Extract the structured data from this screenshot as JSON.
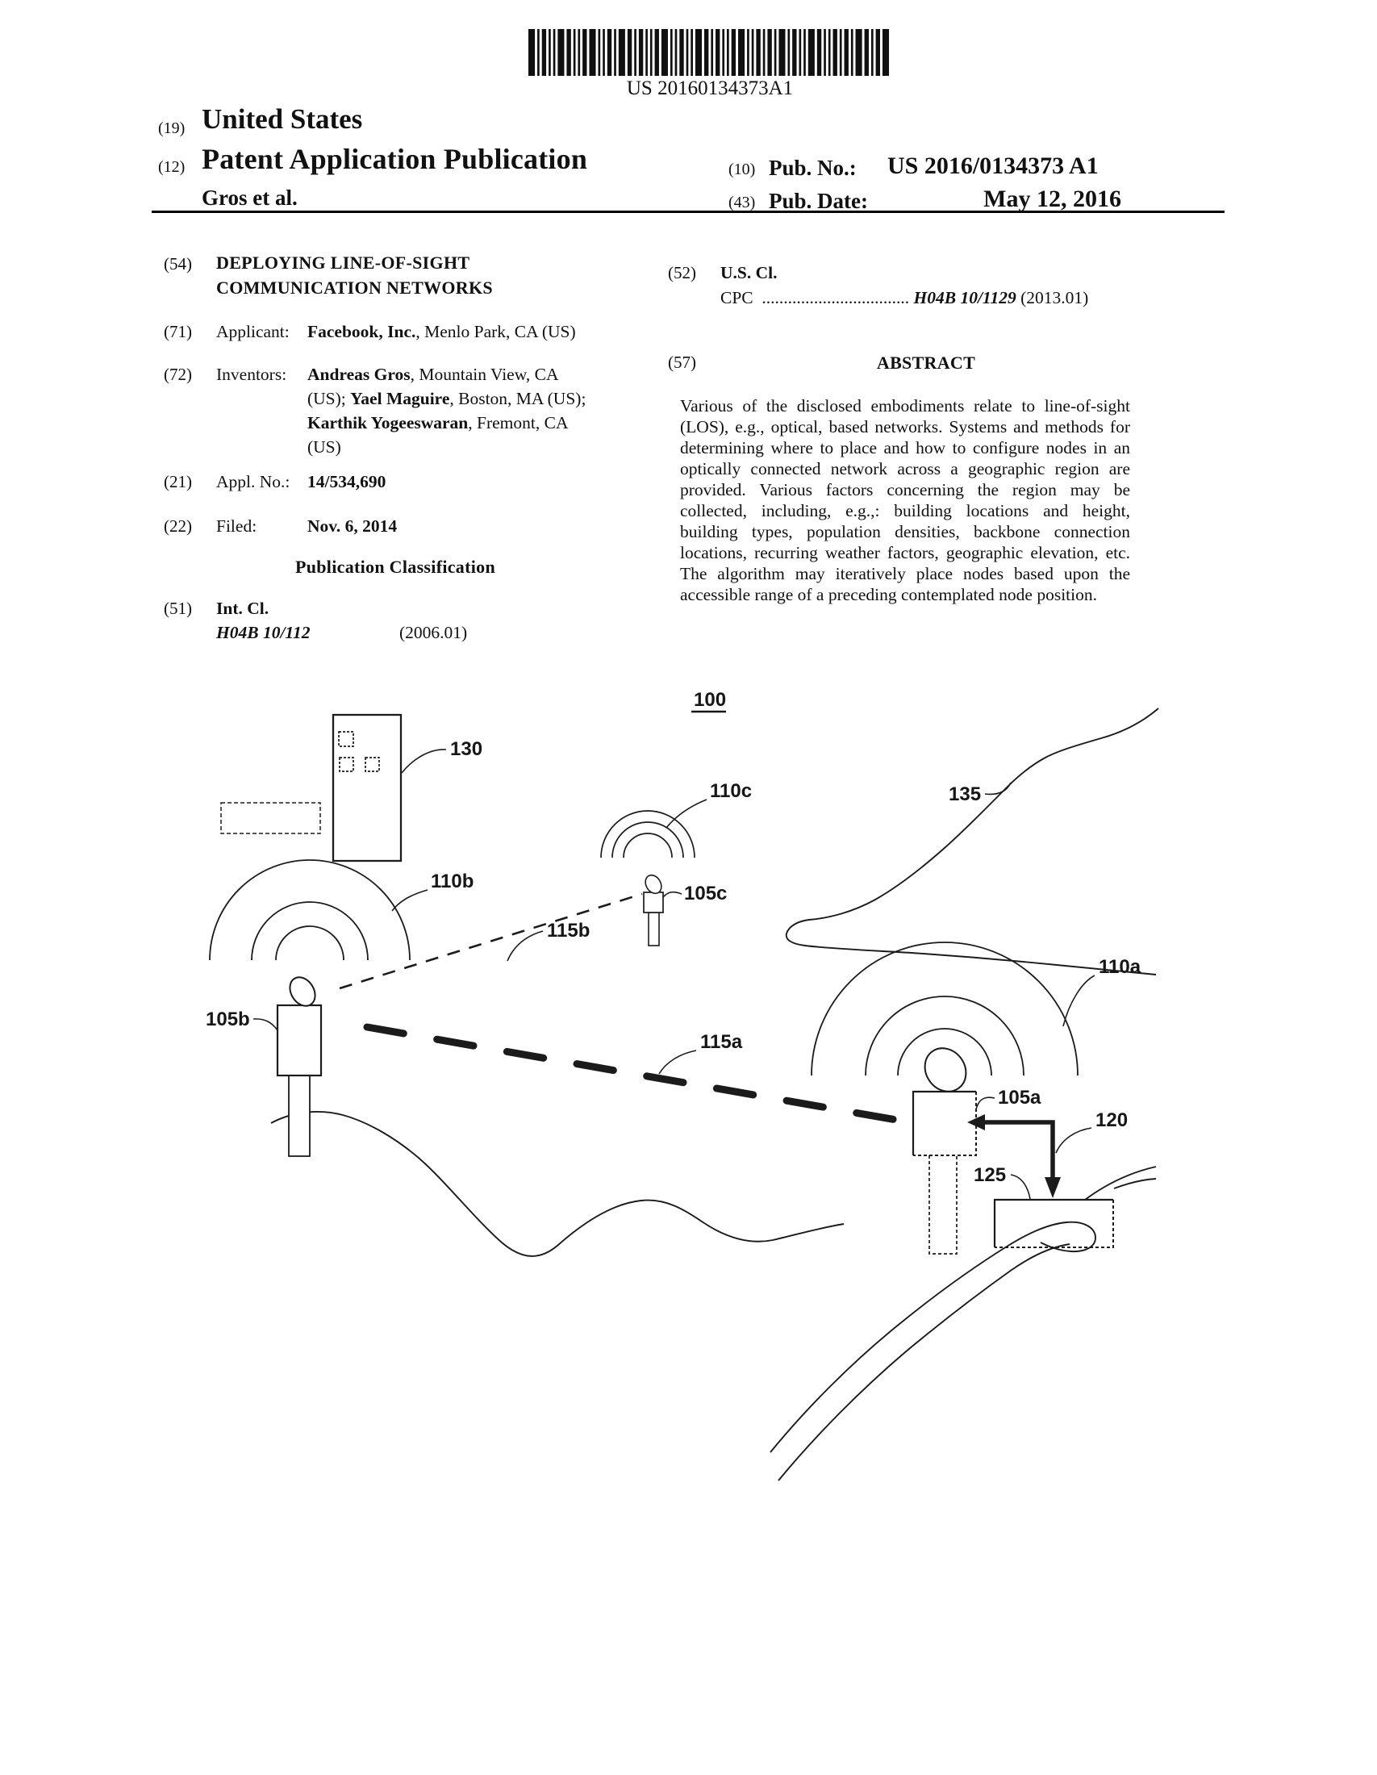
{
  "barcode": {
    "text": "US 20160134373A1"
  },
  "header": {
    "n19": "(19)",
    "country": "United States",
    "n12": "(12)",
    "kind": "Patent Application Publication",
    "authors": "Gros et al.",
    "n10": "(10)",
    "pub_no_label": "Pub. No.:",
    "pub_no_value": "US 2016/0134373 A1",
    "n43": "(43)",
    "pub_date_label": "Pub. Date:",
    "pub_date_value": "May 12, 2016"
  },
  "left": {
    "f54": {
      "num": "(54)",
      "line1": "DEPLOYING LINE-OF-SIGHT",
      "line2": "COMMUNICATION NETWORKS"
    },
    "f71": {
      "num": "(71)",
      "label": "Applicant:",
      "bold": "Facebook, Inc.",
      "rest": ", Menlo Park, CA (US)"
    },
    "f72": {
      "num": "(72)",
      "label": "Inventors:",
      "l1b": "Andreas Gros",
      "l1r": ", Mountain View, CA",
      "l2a": "(US); ",
      "l2b": "Yael Maguire",
      "l2r": ", Boston, MA (US);",
      "l3b": "Karthik Yogeeswaran",
      "l3r": ", Fremont, CA",
      "l4": "(US)"
    },
    "f21": {
      "num": "(21)",
      "label": "Appl. No.:",
      "value": "14/534,690"
    },
    "f22": {
      "num": "(22)",
      "label": "Filed:",
      "value": "Nov. 6, 2014"
    },
    "pub_class": "Publication Classification",
    "f51": {
      "num": "(51)",
      "label": "Int. Cl.",
      "code": "H04B 10/112",
      "year": "(2006.01)"
    }
  },
  "right": {
    "f52": {
      "num": "(52)",
      "label": "U.S. Cl.",
      "cpc": "CPC",
      "dots": "..................................",
      "code": "H04B 10/1129",
      "year": "(2013.01)"
    },
    "f57": {
      "num": "(57)",
      "label": "ABSTRACT"
    },
    "abstract": "Various of the disclosed embodiments relate to line-of-sight (LOS), e.g., optical, based networks. Systems and methods for determining where to place and how to configure nodes in an optically connected network across a geographic region are provided. Various factors concerning the region may be collected, including, e.g.,: building locations and height, building types, population densities, backbone connection locations, recurring weather factors, geographic elevation, etc. The algorithm may iteratively place nodes based upon the accessible range of a preceding contemplated node position."
  },
  "figure": {
    "labels": {
      "n100": "100",
      "n130": "130",
      "n110c": "110c",
      "n135": "135",
      "n110b": "110b",
      "n115b": "115b",
      "n105c": "105c",
      "n105b": "105b",
      "n110a": "110a",
      "n115a": "115a",
      "n105a": "105a",
      "n120": "120",
      "n125": "125"
    }
  }
}
